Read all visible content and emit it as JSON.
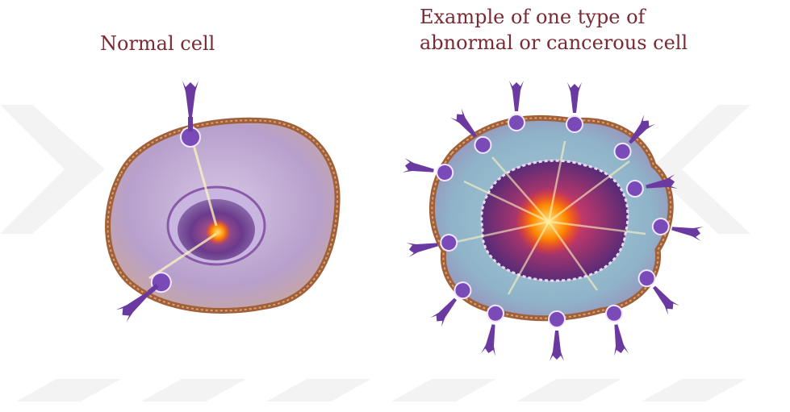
{
  "labels": {
    "normal": "Normal cell",
    "abnormal_line1": "Example of one type of",
    "abnormal_line2": "abnormal or cancerous cell"
  },
  "colors": {
    "caption": "#7a2a33",
    "membrane": "#a0603a",
    "cytoplasm_normal": "#b7a0cc",
    "cytoplasm_abnormal": "#8fb4c9",
    "nucleus": "#6a3a8c",
    "core": "#ff7a00",
    "receptor": "#6b3aa0",
    "watermark": "#f2f2f2"
  },
  "icons": {
    "receptor": "receptor-icon",
    "nucleus": "nucleus-icon"
  }
}
